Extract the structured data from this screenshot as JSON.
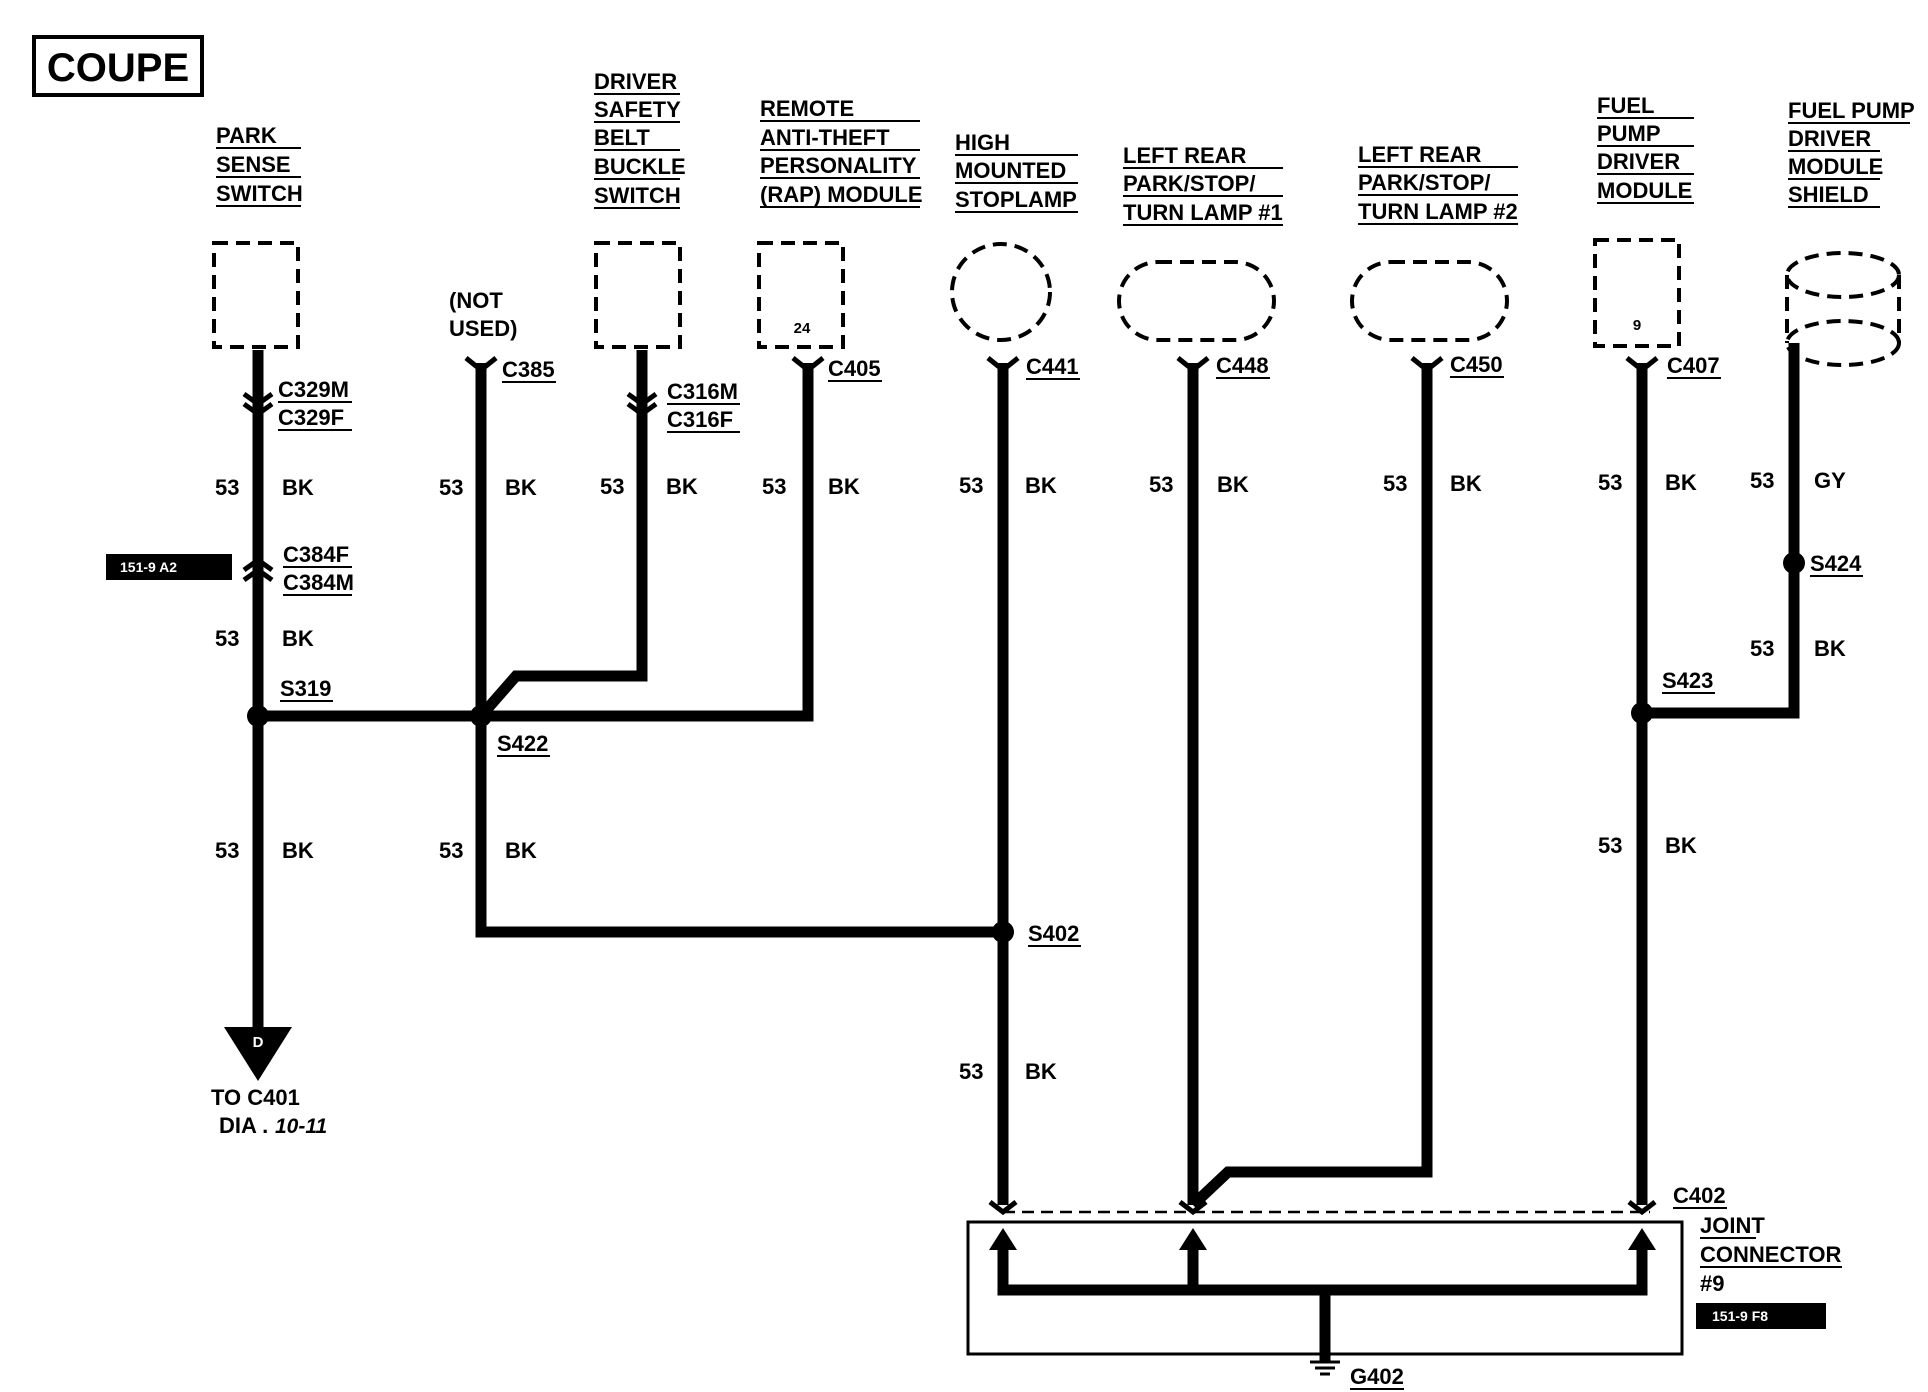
{
  "title": "COUPE",
  "components": {
    "park_sense_switch": [
      "PARK",
      "SENSE",
      "SWITCH"
    ],
    "driver_safety_belt_buckle_switch": [
      "DRIVER",
      "SAFETY",
      "BELT",
      "BUCKLE",
      "SWITCH"
    ],
    "rap_module": [
      "REMOTE",
      "ANTI-THEFT",
      "PERSONALITY",
      "(RAP) MODULE"
    ],
    "rap_pin": "24",
    "high_mounted_stoplamp": [
      "HIGH",
      "MOUNTED",
      "STOPLAMP"
    ],
    "left_rear_lamp_1": [
      "LEFT REAR",
      "PARK/STOP/",
      "TURN LAMP #1"
    ],
    "left_rear_lamp_2": [
      "LEFT REAR",
      "PARK/STOP/",
      "TURN LAMP #2"
    ],
    "fuel_pump_driver_module": [
      "FUEL",
      "PUMP",
      "DRIVER",
      "MODULE"
    ],
    "fpdm_pin": "9",
    "fuel_pump_driver_module_shield": [
      "FUEL PUMP",
      "DRIVER",
      "MODULE",
      "SHIELD"
    ],
    "not_used": [
      "(NOT",
      "USED)"
    ]
  },
  "connectors": {
    "c329m": "C329M",
    "c329f": "C329F",
    "c384f": "C384F",
    "c384m": "C384M",
    "c385": "C385",
    "c316m": "C316M",
    "c316f": "C316F",
    "c405": "C405",
    "c441": "C441",
    "c448": "C448",
    "c450": "C450",
    "c407": "C407",
    "c402": "C402"
  },
  "splices": {
    "s319": "S319",
    "s422": "S422",
    "s402": "S402",
    "s423": "S423",
    "s424": "S424"
  },
  "wire": {
    "circuit": "53",
    "color_bk": "BK",
    "color_gy": "GY"
  },
  "refs": {
    "ref_a2": "151-9 A2",
    "ref_f8": "151-9 F8"
  },
  "arrow_letter": "D",
  "to_c401": "TO C401",
  "dia_prefix": "DIA .",
  "dia_page": "10-11",
  "joint_connector": [
    "JOINT",
    "CONNECTOR",
    "#9"
  ],
  "ground": "G402"
}
